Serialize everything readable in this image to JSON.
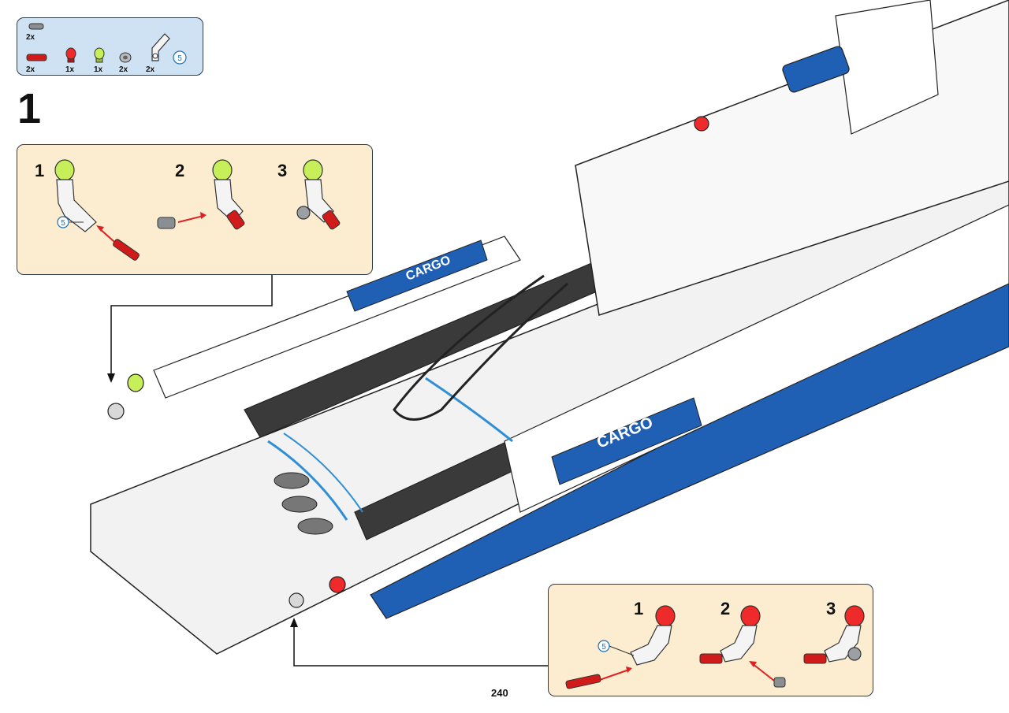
{
  "parts_list": {
    "items": [
      {
        "name": "axle-pin-gray",
        "qty": "2x"
      },
      {
        "name": "axle-pin-red",
        "qty": "2x"
      },
      {
        "name": "light-red",
        "qty": "1x"
      },
      {
        "name": "light-green",
        "qty": "1x"
      },
      {
        "name": "bush-gray",
        "qty": "2x"
      },
      {
        "name": "angle-connector-5",
        "qty": "2x",
        "callout": "5"
      }
    ]
  },
  "step": {
    "number": "1"
  },
  "substeps_top": {
    "labels": [
      "1",
      "2",
      "3"
    ],
    "callout": "5"
  },
  "substeps_bottom": {
    "labels": [
      "1",
      "2",
      "3"
    ],
    "callout": "5"
  },
  "page": {
    "number": "240"
  },
  "model": {
    "decal_text": "CARGO",
    "colors": {
      "body": "#ffffff",
      "accent": "#1f5fb4",
      "dark": "#3a3a3a",
      "outline": "#222222"
    }
  }
}
